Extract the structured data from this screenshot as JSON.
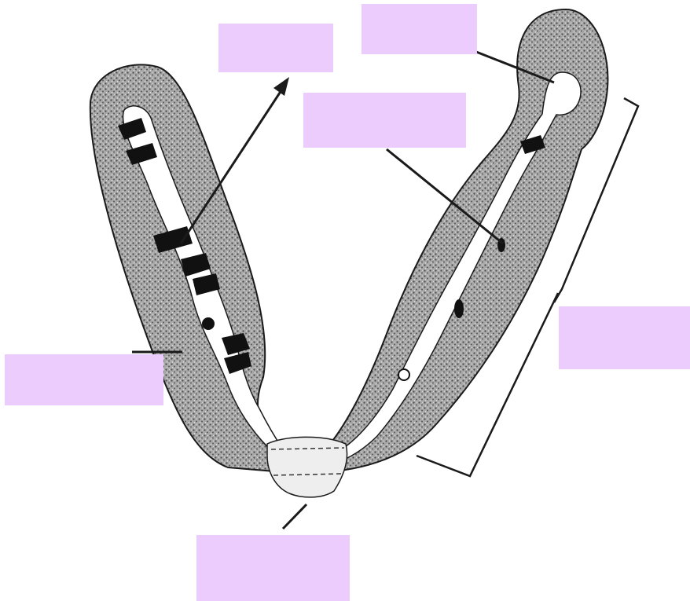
{
  "diagram": {
    "colors": {
      "stipple_fill": "#a9a9a9",
      "stipple_dot": "#4a4a4a",
      "outline": "#1a1a1a",
      "band": "#111111",
      "lumen": "#ffffff",
      "commissure": "#eeeeee",
      "label_box": "#ecccfc"
    },
    "labels": [
      {
        "id": "box-1",
        "text": ""
      },
      {
        "id": "box-2",
        "text": ""
      },
      {
        "id": "box-3",
        "text": ""
      },
      {
        "id": "box-4",
        "text": ""
      },
      {
        "id": "box-5",
        "text": ""
      },
      {
        "id": "box-6",
        "text": ""
      }
    ]
  }
}
